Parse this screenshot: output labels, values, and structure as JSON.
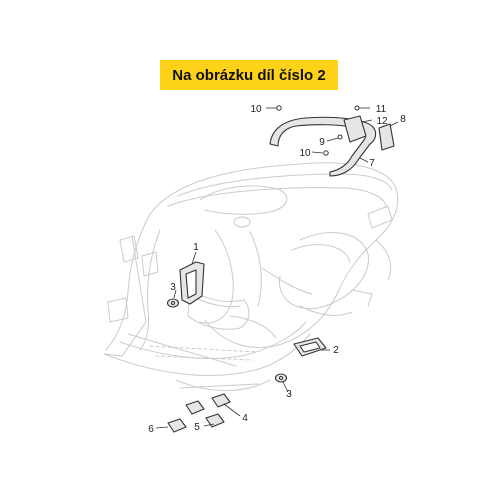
{
  "banner": {
    "text": "Na obrázku díl číslo 2",
    "color": "#FFD21A"
  },
  "colors": {
    "line_faint": "#CBCBCB",
    "line_dark": "#333333",
    "part_fill": "#E6E6E6"
  },
  "callouts": [
    "10",
    "11",
    "12",
    "8",
    "9",
    "10",
    "7",
    "1",
    "3",
    "2",
    "3",
    "4",
    "5",
    "6"
  ]
}
